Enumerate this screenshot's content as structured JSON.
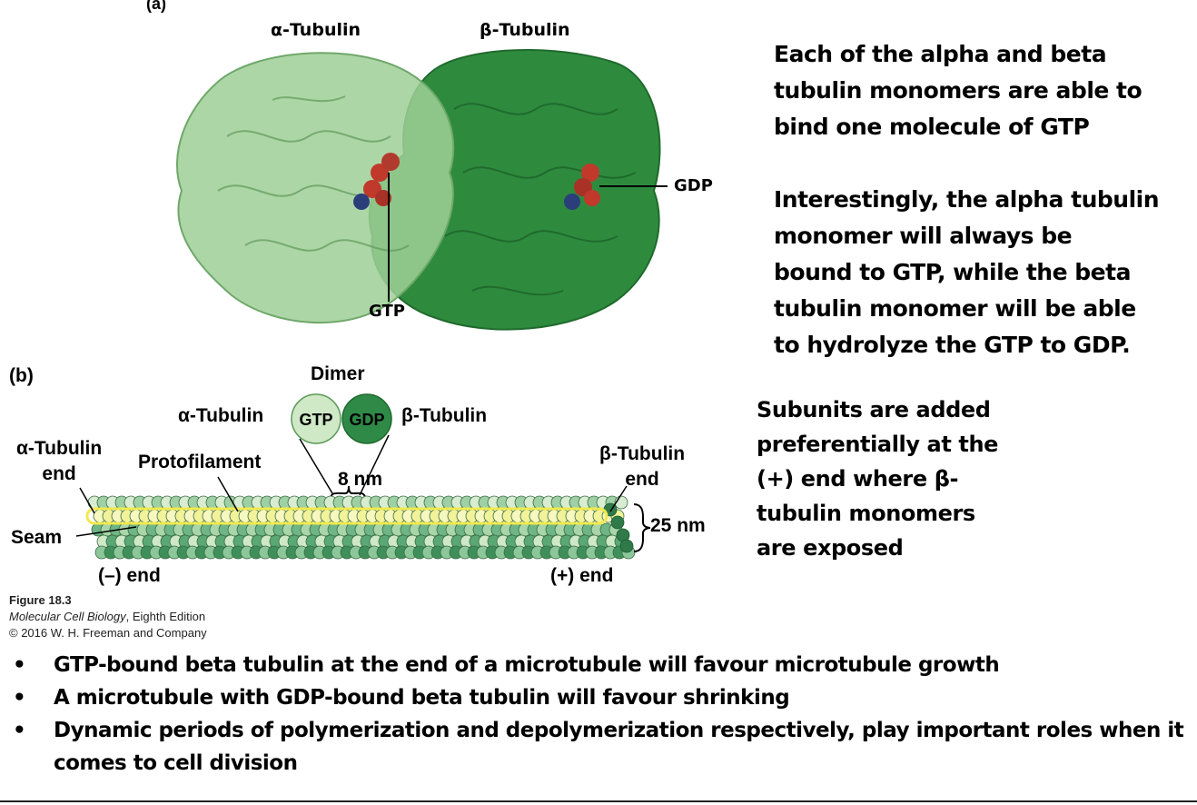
{
  "figure_a": {
    "panel_label": "(a)",
    "alpha_label": "α-Tubulin",
    "beta_label": "β-Tubulin",
    "gtp_label": "GTP",
    "gdp_label": "GDP",
    "colors": {
      "alpha": "#8fc48f",
      "beta": "#2e8b3e",
      "nucleotide": "#c0392b",
      "base": "#2c3e7a"
    }
  },
  "figure_b": {
    "panel_label": "(b)",
    "dimer_label": "Dimer",
    "alpha_label": "α-Tubulin",
    "beta_label": "β-Tubulin",
    "dimer_gtp": "GTP",
    "dimer_gdp": "GDP",
    "alpha_end_line1": "α-Tubulin",
    "alpha_end_line2": "end",
    "protofilament_label": "Protofilament",
    "spacing_label": "8 nm",
    "beta_end_line1": "β-Tubulin",
    "beta_end_line2": "end",
    "diameter_label": "25 nm",
    "seam_label": "Seam",
    "minus_end_label": "(–) end",
    "plus_end_label": "(+) end",
    "colors": {
      "light": "#cfe8c6",
      "medium": "#6fb585",
      "dark": "#2f7a48",
      "highlight": "#f2f29a"
    }
  },
  "credits": {
    "figure_number": "Figure 18.3",
    "book": "Molecular Cell Biology",
    "edition": ", Eighth Edition",
    "copyright": "© 2016 W. H. Freeman and Company"
  },
  "side_text": {
    "para1": [
      "Each of the alpha and beta",
      "tubulin monomers are able to",
      "bind one molecule of GTP"
    ],
    "para2": [
      "Interestingly, the alpha tubulin",
      "monomer will always be",
      "bound to GTP, while the beta",
      "tubulin  monomer will be able",
      "to hydrolyze the GTP to GDP."
    ],
    "para3": [
      "Subunits are added",
      "preferentially at the",
      "(+) end where β-",
      "tubulin monomers",
      "are exposed"
    ]
  },
  "bullets": {
    "marker": "•",
    "items": [
      "GTP-bound beta tubulin at the end of a microtubule will favour microtubule growth",
      "A microtubule with GDP-bound beta tubulin will favour shrinking",
      "Dynamic periods of polymerization and depolymerization respectively, play important roles when it comes to cell division"
    ]
  }
}
